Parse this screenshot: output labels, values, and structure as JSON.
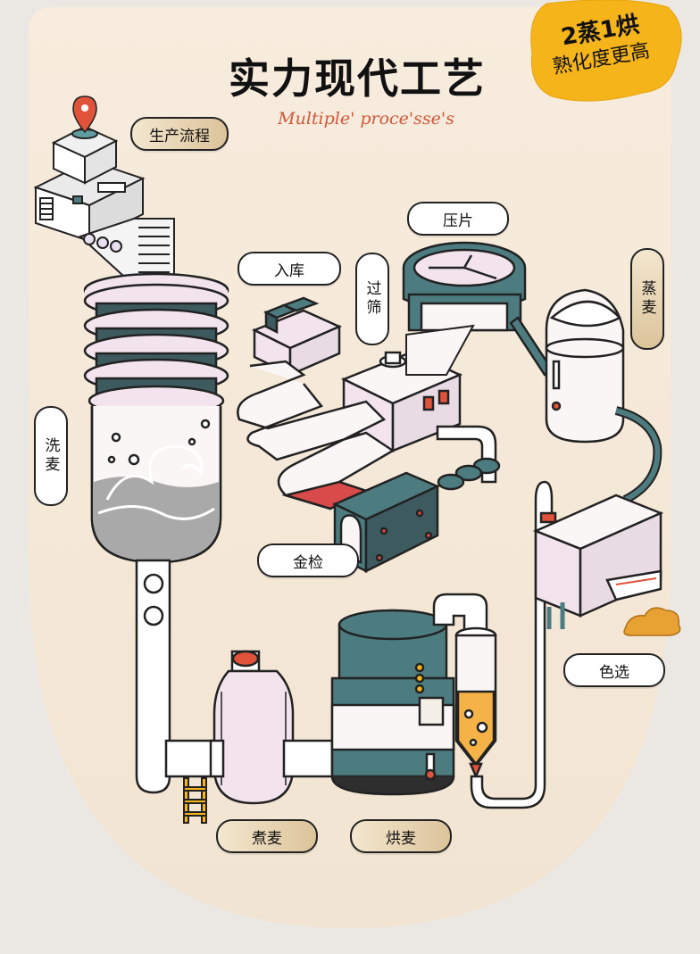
{
  "header": {
    "title": "实力现代工艺",
    "subtitle": "Multiple' proce'sse's"
  },
  "badge": {
    "line1": "2蒸1烘",
    "line2": "熟化度更高"
  },
  "steps": {
    "production_flow": "生产流程",
    "warehouse": "入库",
    "sieve": "过筛",
    "press": "压片",
    "steam": "蒸麦",
    "wash": "洗麦",
    "metal_check": "金检",
    "color_sort": "色选",
    "boil": "煮麦",
    "bake": "烘麦"
  },
  "colors": {
    "background": "#ebe8e3",
    "panel": "#f5e9d8",
    "teal": "#4d7c80",
    "pink": "#f2e3ec",
    "red": "#d94a4a",
    "badge": "#f4b41a"
  }
}
